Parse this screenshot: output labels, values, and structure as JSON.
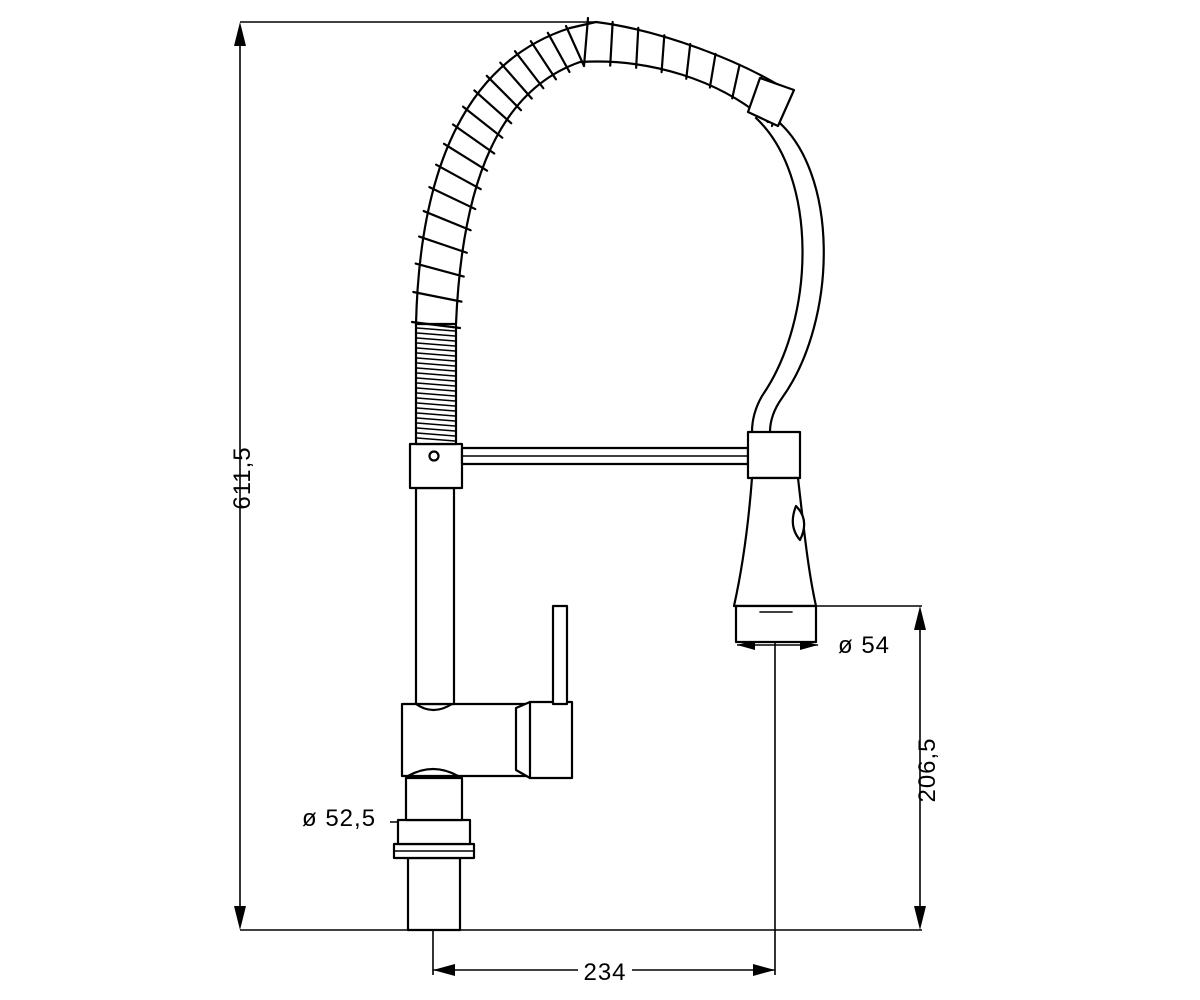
{
  "dimensions": {
    "total_height": "611,5",
    "spray_height": "206,5",
    "reach": "234",
    "spray_diameter": "ø 54",
    "base_diameter": "ø 52,5"
  }
}
